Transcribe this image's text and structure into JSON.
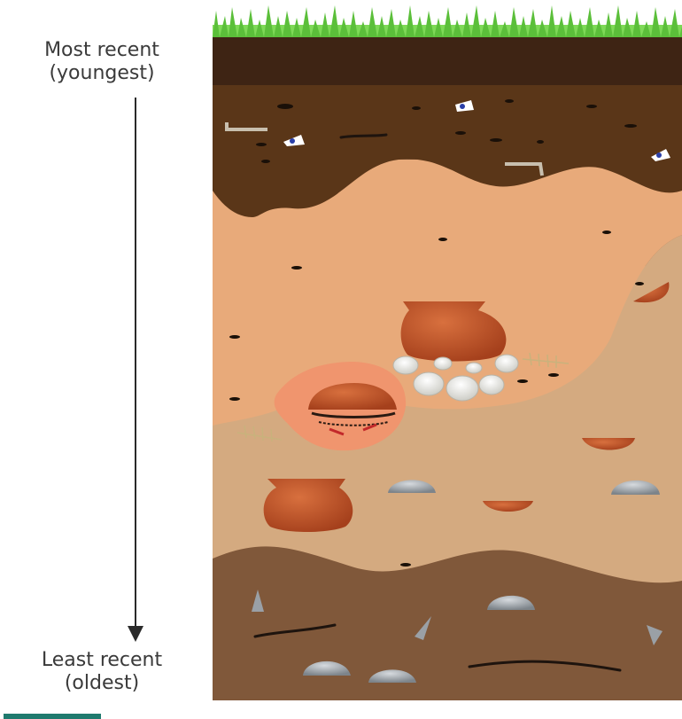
{
  "labels": {
    "top_line1": "Most recent",
    "top_line2": "(youngest)",
    "bottom_line1": "Least recent",
    "bottom_line2": "(oldest)"
  },
  "colors": {
    "grass": "#5bbf3a",
    "topsoil": "#3e2414",
    "layer_dark_brown": "#5a3618",
    "layer_peach": "#e8aa7a",
    "layer_tan": "#d4aa80",
    "layer_deep": "#80583a",
    "pot": "#c2542a",
    "stone": "#9aa0a6",
    "feature_pink": "#f0956e"
  }
}
